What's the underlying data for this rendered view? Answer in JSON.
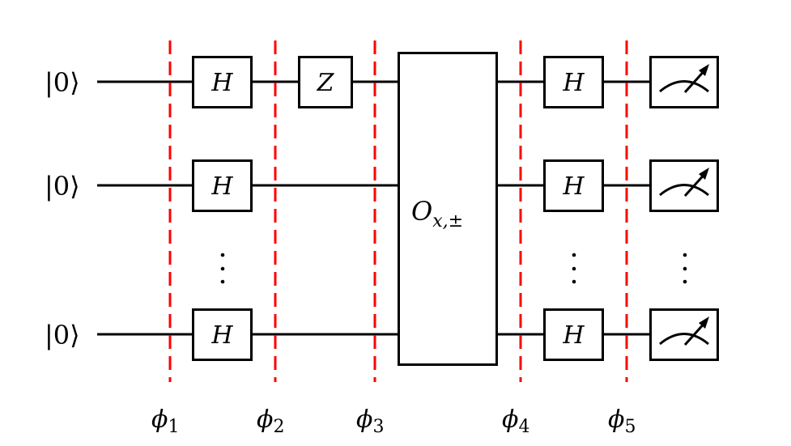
{
  "diagram": {
    "type": "quantum-circuit",
    "colors": {
      "wire": "#000000",
      "barrier": "#ff0000",
      "box_fill": "#ffffff"
    },
    "qubits": [
      {
        "label_open": "|",
        "label_value": "0",
        "label_close": "⟩"
      },
      {
        "label_open": "|",
        "label_value": "0",
        "label_close": "⟩"
      },
      {
        "label_open": "|",
        "label_value": "0",
        "label_close": "⟩"
      }
    ],
    "gates": {
      "hadamard_label": "H",
      "z_label": "Z",
      "oracle_label_main": "O",
      "oracle_label_sub": "x,±",
      "measure_icon": "measurement-meter-icon"
    },
    "ellipsis": "⋮",
    "barriers": [
      {
        "symbol": "ϕ",
        "index": "1"
      },
      {
        "symbol": "ϕ",
        "index": "2"
      },
      {
        "symbol": "ϕ",
        "index": "3"
      },
      {
        "symbol": "ϕ",
        "index": "4"
      },
      {
        "symbol": "ϕ",
        "index": "5"
      }
    ]
  }
}
